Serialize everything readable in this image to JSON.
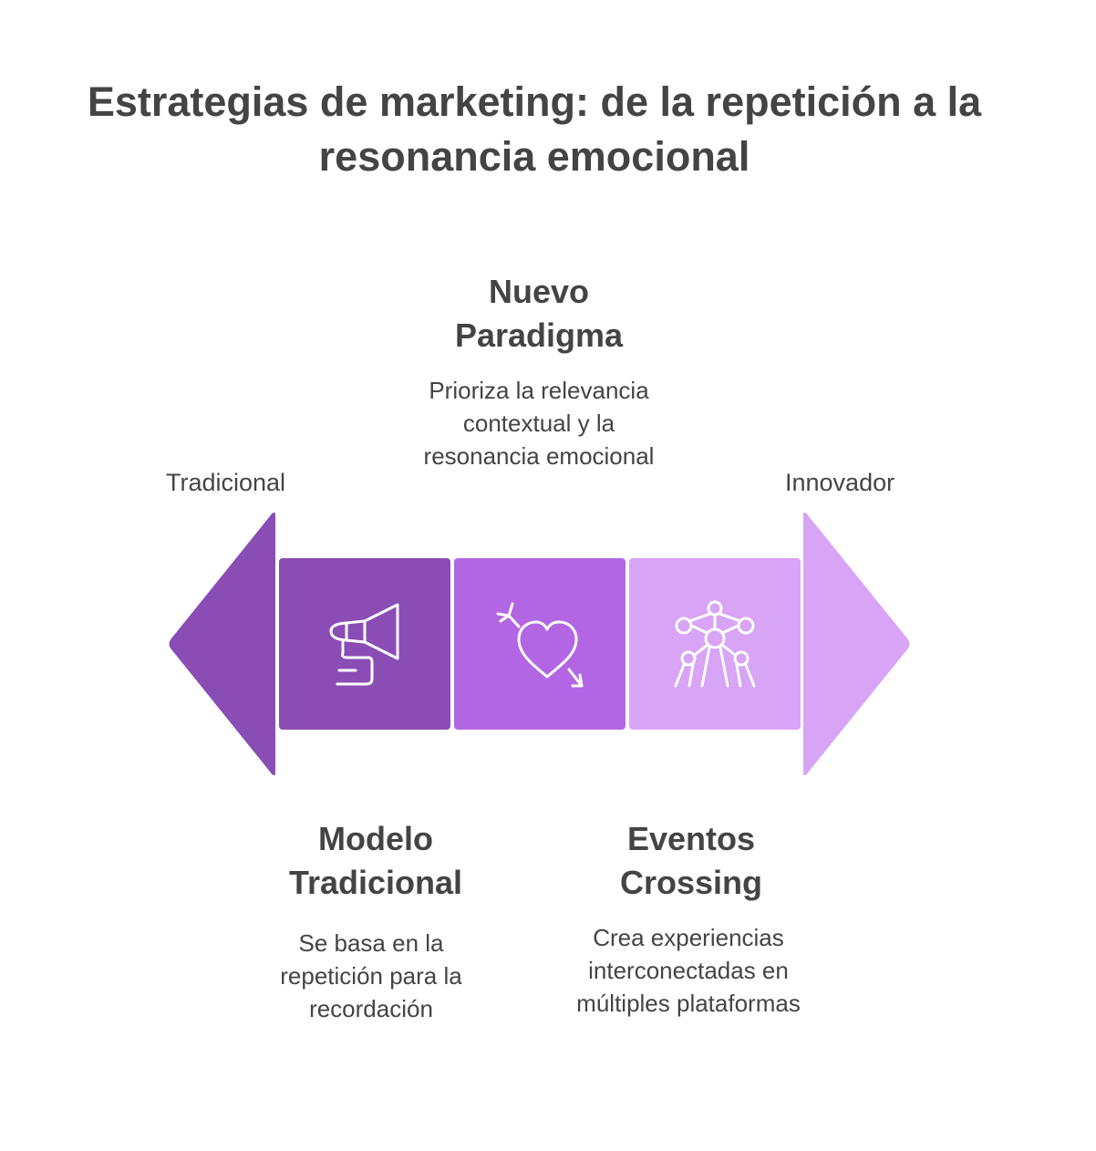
{
  "title": "Estrategias de marketing: de la repetición a la resonancia emocional",
  "scale": {
    "left_label": "Tradicional",
    "right_label": "Innovador"
  },
  "colors": {
    "dark": "#8A4DB5",
    "medium": "#B266E4",
    "light": "#D8A4F6",
    "text": "#444444",
    "icon_stroke": "#ffffff"
  },
  "steps": [
    {
      "heading": "Modelo Tradicional",
      "description": "Se basa en la repetición para la recordación",
      "icon": "megaphone-icon"
    },
    {
      "heading": "Nuevo Paradigma",
      "description": "Prioriza la relevancia contextual y la resonancia emocional",
      "icon": "heart-arrow-icon"
    },
    {
      "heading": "Eventos Crossing",
      "description": "Crea experiencias interconectadas en múltiples plataformas",
      "icon": "network-structure-icon"
    }
  ]
}
